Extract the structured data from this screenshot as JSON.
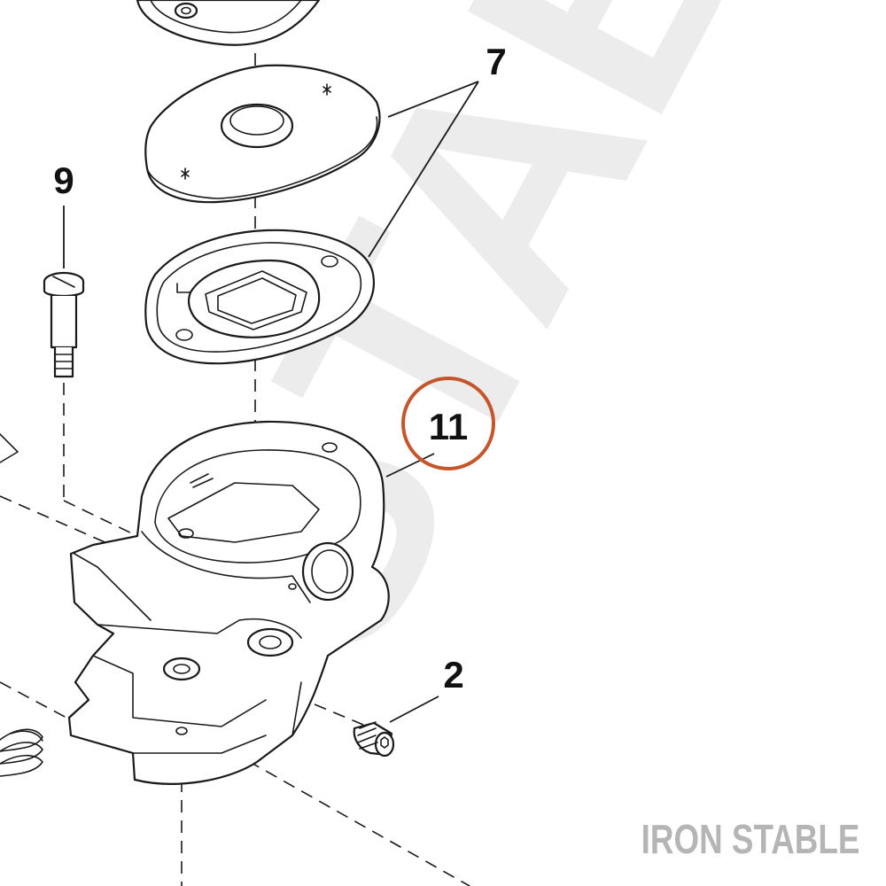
{
  "diagram": {
    "watermark_text": "STABLE",
    "brand_text": "IRON STABLE",
    "highlight_color": "#c5562b",
    "callouts": [
      {
        "id": "7",
        "label": "7"
      },
      {
        "id": "9",
        "label": "9"
      },
      {
        "id": "11",
        "label": "11",
        "highlighted": true
      },
      {
        "id": "2",
        "label": "2"
      }
    ],
    "parts": [
      {
        "name": "reservoir-cover"
      },
      {
        "name": "diaphragm-plate"
      },
      {
        "name": "rubber-gasket"
      },
      {
        "name": "pivot-pin"
      },
      {
        "name": "master-cylinder-housing"
      },
      {
        "name": "set-screw"
      },
      {
        "name": "spring"
      }
    ]
  }
}
